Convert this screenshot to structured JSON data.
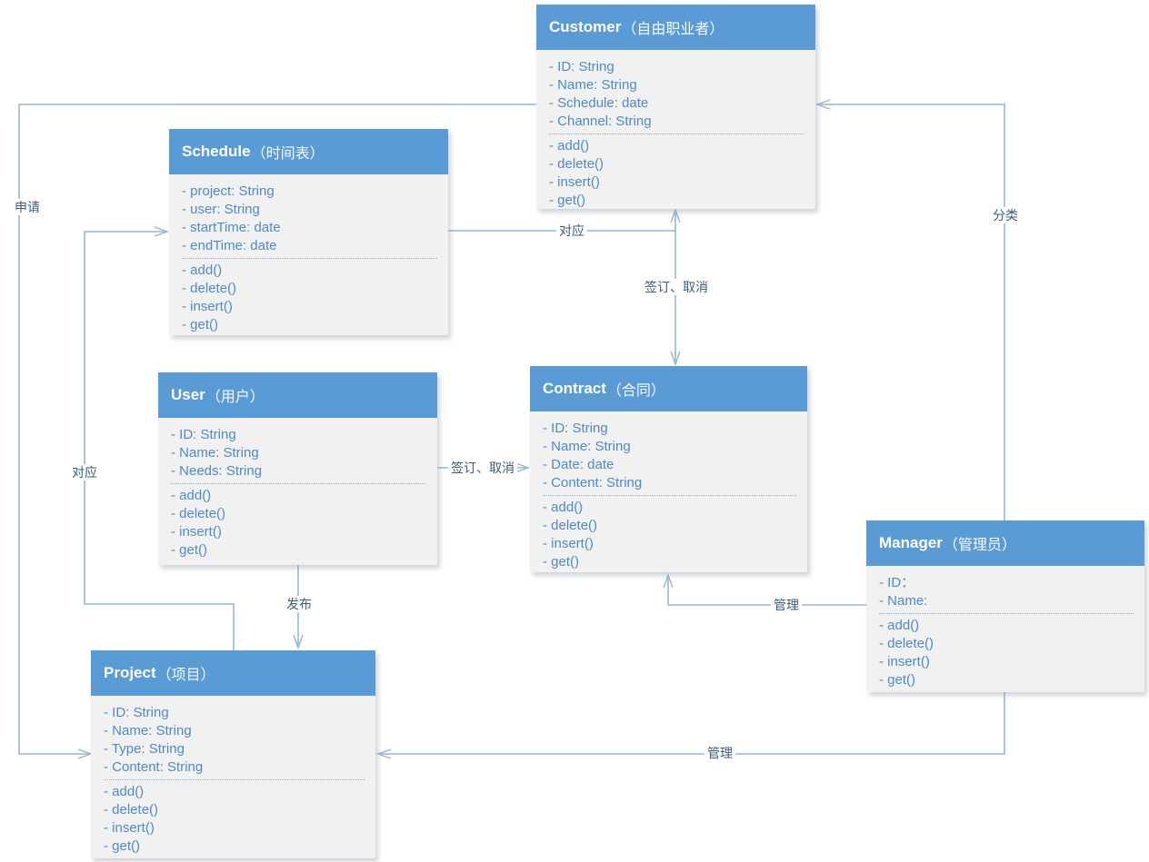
{
  "diagram": {
    "kind": "uml-class-diagram"
  },
  "colors": {
    "header_bg": "#5B9BD5",
    "body_bg": "#F1F1F1",
    "box_text": "#4E8AC8",
    "separator": "#86AFD6",
    "line": "#97B5D3",
    "label_text": "#3E5B77",
    "header_text": "#FFFFFF",
    "canvas_bg": "#FFFFFF"
  },
  "classes": [
    {
      "id": "customer",
      "name": "Customer",
      "name_cn": "（自由职业者）",
      "attributes": [
        "- ID: String",
        "- Name: String",
        "- Schedule: date",
        "- Channel: String"
      ],
      "methods": [
        "- add()",
        "- delete()",
        "- insert()",
        "- get()"
      ]
    },
    {
      "id": "schedule",
      "name": "Schedule",
      "name_cn": "（时间表）",
      "attributes": [
        "- project: String",
        "- user: String",
        "- startTime: date",
        "- endTime: date"
      ],
      "methods": [
        "- add()",
        "- delete()",
        "- insert()",
        "- get()"
      ]
    },
    {
      "id": "user",
      "name": "User",
      "name_cn": "（用户）",
      "attributes": [
        "- ID: String",
        "- Name: String",
        "- Needs: String"
      ],
      "methods": [
        "- add()",
        "- delete()",
        "- insert()",
        "- get()"
      ]
    },
    {
      "id": "contract",
      "name": "Contract",
      "name_cn": "（合同）",
      "attributes": [
        "- ID: String",
        "- Name: String",
        "- Date: date",
        "- Content: String"
      ],
      "methods": [
        "- add()",
        "- delete()",
        "- insert()",
        "- get()"
      ]
    },
    {
      "id": "manager",
      "name": "Manager",
      "name_cn": "（管理员）",
      "attributes": [
        "- ID：",
        "- Name:"
      ],
      "methods": [
        "- add()",
        "- delete()",
        "- insert()",
        "- get()"
      ]
    },
    {
      "id": "project",
      "name": "Project",
      "name_cn": "（项目）",
      "attributes": [
        "- ID: String",
        "- Name: String",
        "- Type: String",
        "- Content: String"
      ],
      "methods": [
        "- add()",
        "- delete()",
        "- insert()",
        "- get()"
      ]
    }
  ],
  "connectors": [
    {
      "id": "apply",
      "label": "申请",
      "from": "Customer",
      "to": "Project",
      "arrow": "end"
    },
    {
      "id": "classify",
      "label": "分类",
      "from": "Manager",
      "to": "Customer",
      "arrow": "end"
    },
    {
      "id": "schedule-correspond",
      "label": "对应",
      "from": "Schedule",
      "to": "Customer",
      "arrow": "none"
    },
    {
      "id": "sign-cancel-customer-contract",
      "label": "签订、取消",
      "from": "Customer",
      "to": "Contract",
      "arrow": "both"
    },
    {
      "id": "sign-cancel-user-contract",
      "label": "签订、取消",
      "from": "User",
      "to": "Contract",
      "arrow": "end"
    },
    {
      "id": "publish",
      "label": "发布",
      "from": "User",
      "to": "Project",
      "arrow": "end"
    },
    {
      "id": "project-correspond",
      "label": "对应",
      "from": "Project",
      "to": "Schedule",
      "arrow": "end"
    },
    {
      "id": "manage-contract",
      "label": "管理",
      "from": "Manager",
      "to": "Contract",
      "arrow": "end"
    },
    {
      "id": "manage-project",
      "label": "管理",
      "from": "Manager",
      "to": "Project",
      "arrow": "end"
    }
  ]
}
